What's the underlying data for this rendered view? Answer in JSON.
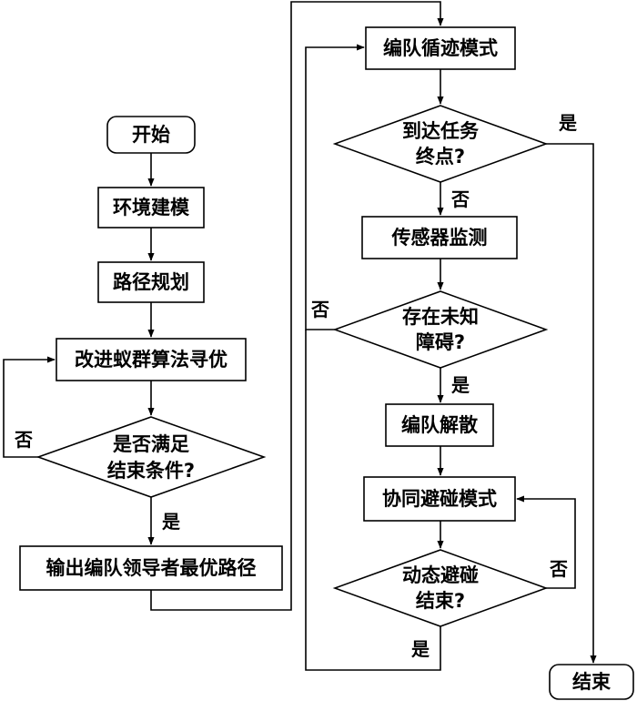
{
  "nodes": {
    "start": "开始",
    "env": "环境建模",
    "path": "路径规划",
    "aco": "改进蚁群算法寻优",
    "cond1_line1": "是否满足",
    "cond1_line2": "结束条件?",
    "output": "输出编队领导者最优路径",
    "follow": "编队循迹模式",
    "cond2_line1": "到达任务",
    "cond2_line2": "终点?",
    "sensor": "传感器监测",
    "cond3_line1": "存在未知",
    "cond3_line2": "障碍?",
    "disband": "编队解散",
    "avoid": "协同避碰模式",
    "cond4_line1": "动态避碰",
    "cond4_line2": "结束?",
    "end": "结束"
  },
  "edges": {
    "cond1_no": "否",
    "cond1_yes": "是",
    "cond2_yes": "是",
    "cond2_no": "否",
    "cond3_no": "否",
    "cond3_yes": "是",
    "cond4_no": "否",
    "cond4_yes": "是"
  }
}
